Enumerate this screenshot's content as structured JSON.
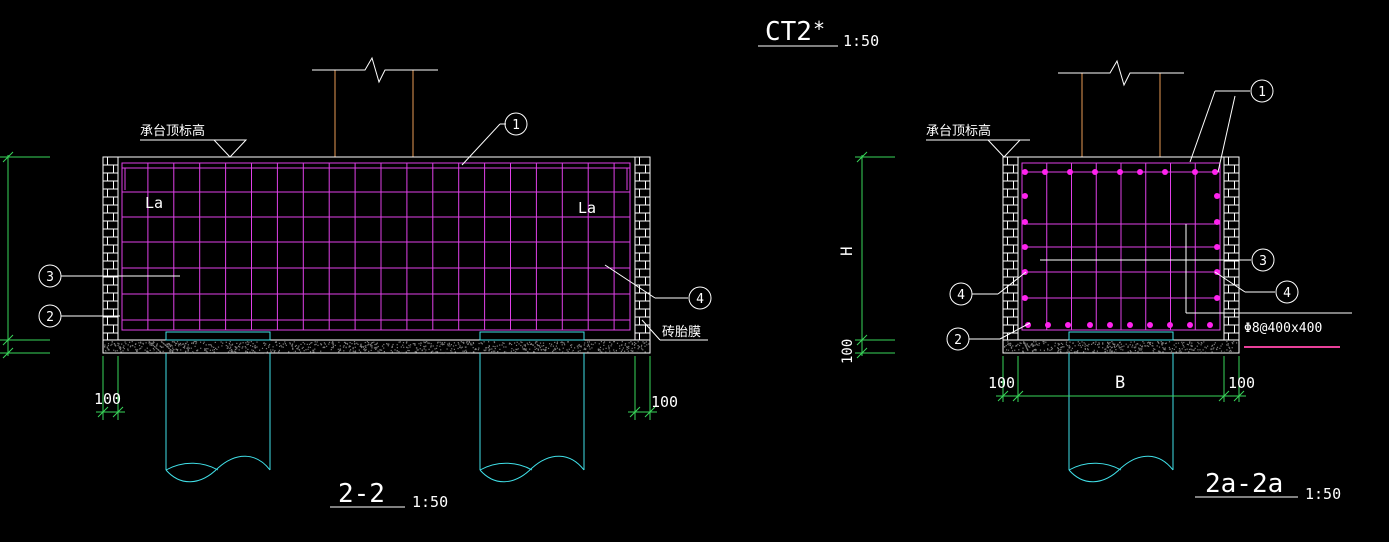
{
  "title": {
    "code": "CT2",
    "mark": "*",
    "scale": "1:50"
  },
  "section_left": {
    "name": "2-2",
    "scale": "1:50",
    "top_label": "承台顶标高",
    "la_left": "La",
    "la_right": "La",
    "side_note": "砖胎膜",
    "dim_left": "100",
    "dim_right": "100",
    "callouts": [
      "1",
      "2",
      "3",
      "4"
    ]
  },
  "section_right": {
    "name": "2a-2a",
    "scale": "1:50",
    "top_label": "承台顶标高",
    "dim_height": "H",
    "dim_bottom": "100",
    "dim_width": "B",
    "dim_left": "100",
    "dim_right": "100",
    "stirrup_note": "Φ8@400x400",
    "callouts": [
      "1",
      "2",
      "3",
      "4",
      "4"
    ]
  },
  "colors": {
    "background": "#000000",
    "line": "#ffffff",
    "rebar": "#e040e8",
    "rebar_dot": "#ff22ee",
    "pile": "#40e0e8",
    "dimension": "#39d65a",
    "column": "#e89a55"
  }
}
